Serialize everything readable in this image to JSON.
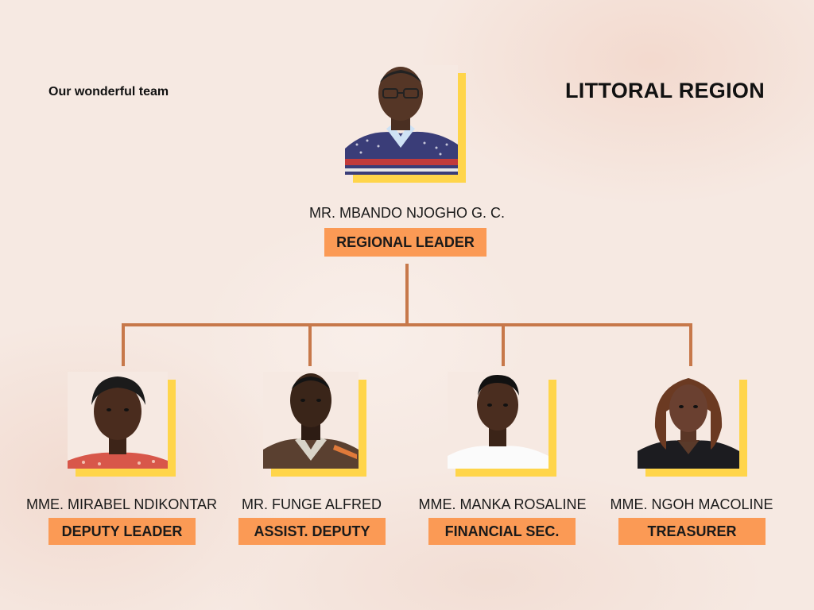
{
  "tagline": "Our wonderful team",
  "region_title": "LITTORAL REGION",
  "leader": {
    "name": "MR. MBANDO NJOGHO G. C.",
    "role": "REGIONAL LEADER"
  },
  "members": [
    {
      "name": "MME. MIRABEL NDIKONTAR",
      "role": "DEPUTY LEADER"
    },
    {
      "name": "MR. FUNGE ALFRED",
      "role": "ASSIST. DEPUTY"
    },
    {
      "name": "MME. MANKA ROSALINE",
      "role": "FINANCIAL SEC."
    },
    {
      "name": "MME. NGOH MACOLINE",
      "role": "TREASURER"
    }
  ],
  "colors": {
    "background": "#f6e9e2",
    "role_badge": "#fb9a55",
    "photo_accent": "#ffd54a",
    "connector": "#c7784a"
  }
}
